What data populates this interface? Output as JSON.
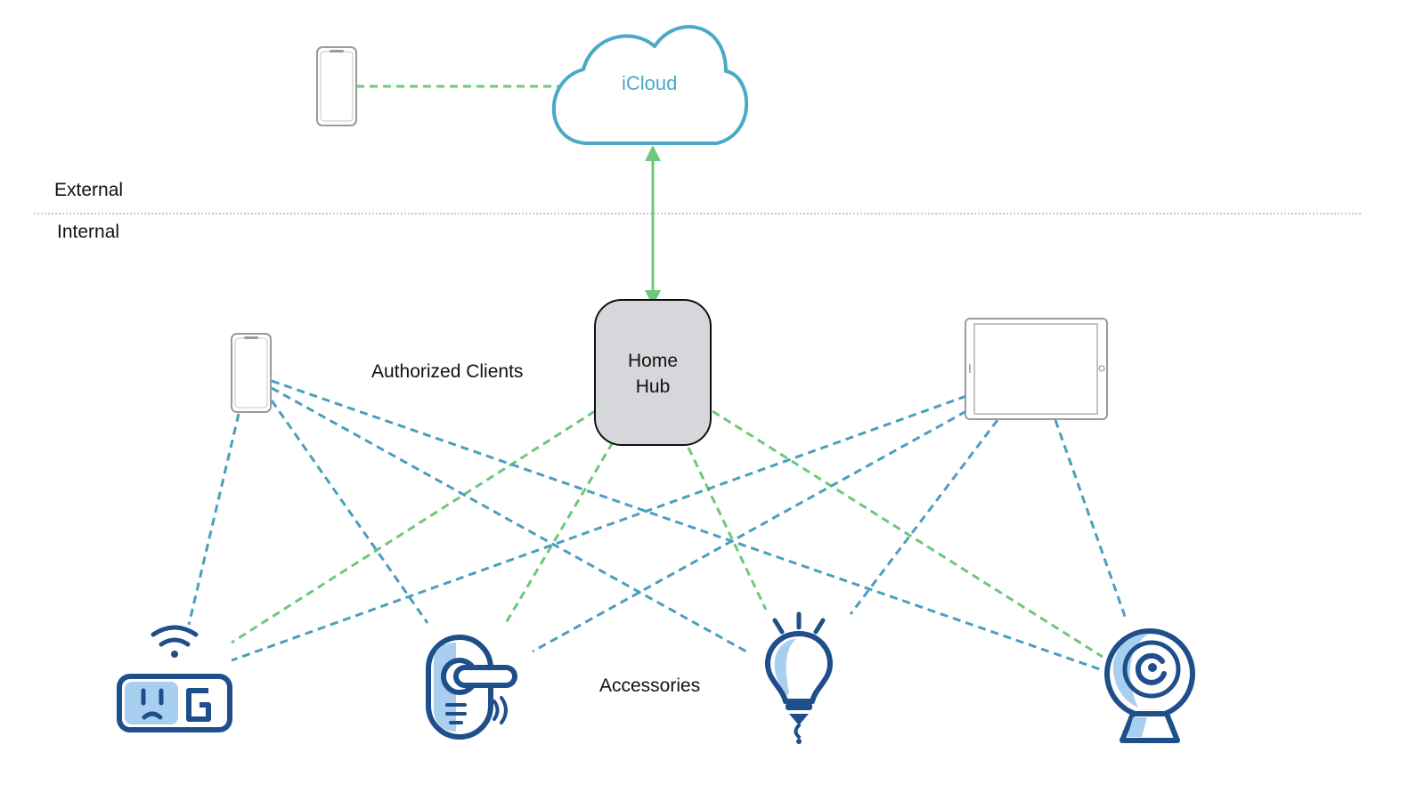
{
  "labels": {
    "external": "External",
    "internal": "Internal",
    "authorized_clients": "Authorized Clients",
    "accessories": "Accessories"
  },
  "cloud": {
    "label": "iCloud"
  },
  "hub": {
    "line1": "Home",
    "line2": "Hub"
  },
  "colors": {
    "green": "#6cc87a",
    "blue": "#4a9fbe",
    "cloud_stroke": "#4aa9c6",
    "hub_fill": "#d6d7da",
    "accessory_dark": "#1e4f8a",
    "accessory_light": "#a9cff0"
  },
  "icons": [
    "smartphone-icon",
    "tablet-icon",
    "smart-plug-icon",
    "door-lock-icon",
    "light-bulb-icon",
    "camera-icon"
  ]
}
